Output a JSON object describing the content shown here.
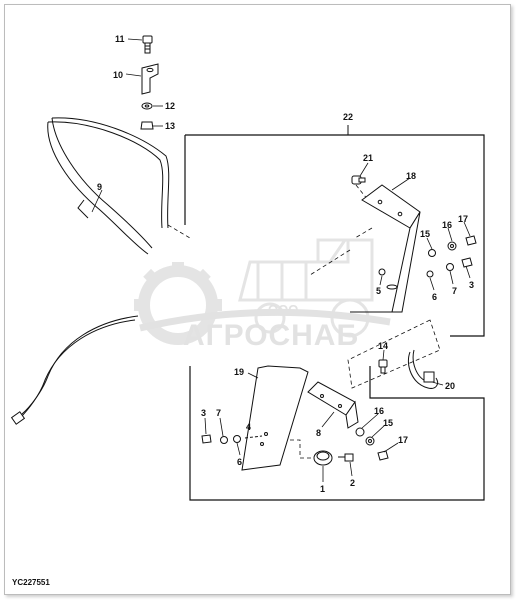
{
  "diagram": {
    "reference_code": "YC227551",
    "watermark": {
      "small_text": "ООО",
      "brand_text": "АГРОСНАБ"
    },
    "labels": [
      "1",
      "2",
      "3",
      "4",
      "5",
      "6",
      "7",
      "8",
      "9",
      "10",
      "11",
      "12",
      "13",
      "14",
      "15",
      "16",
      "17",
      "18",
      "19",
      "20",
      "21",
      "22"
    ],
    "callouts": [
      {
        "text": "11"
      },
      {
        "text": "10"
      },
      {
        "text": "12"
      },
      {
        "text": "13"
      },
      {
        "text": "9"
      },
      {
        "text": "22"
      },
      {
        "text": "21"
      },
      {
        "text": "18"
      },
      {
        "text": "15"
      },
      {
        "text": "16"
      },
      {
        "text": "17"
      },
      {
        "text": "5"
      },
      {
        "text": "6"
      },
      {
        "text": "7"
      },
      {
        "text": "3"
      },
      {
        "text": "14"
      },
      {
        "text": "20"
      },
      {
        "text": "19"
      },
      {
        "text": "8"
      },
      {
        "text": "16"
      },
      {
        "text": "15"
      },
      {
        "text": "17"
      },
      {
        "text": "3"
      },
      {
        "text": "7"
      },
      {
        "text": "4"
      },
      {
        "text": "6"
      },
      {
        "text": "1"
      },
      {
        "text": "2"
      }
    ],
    "colors": {
      "line": "#111111",
      "watermark": "#e0e0e0",
      "frame": "#bcbcbc"
    }
  }
}
